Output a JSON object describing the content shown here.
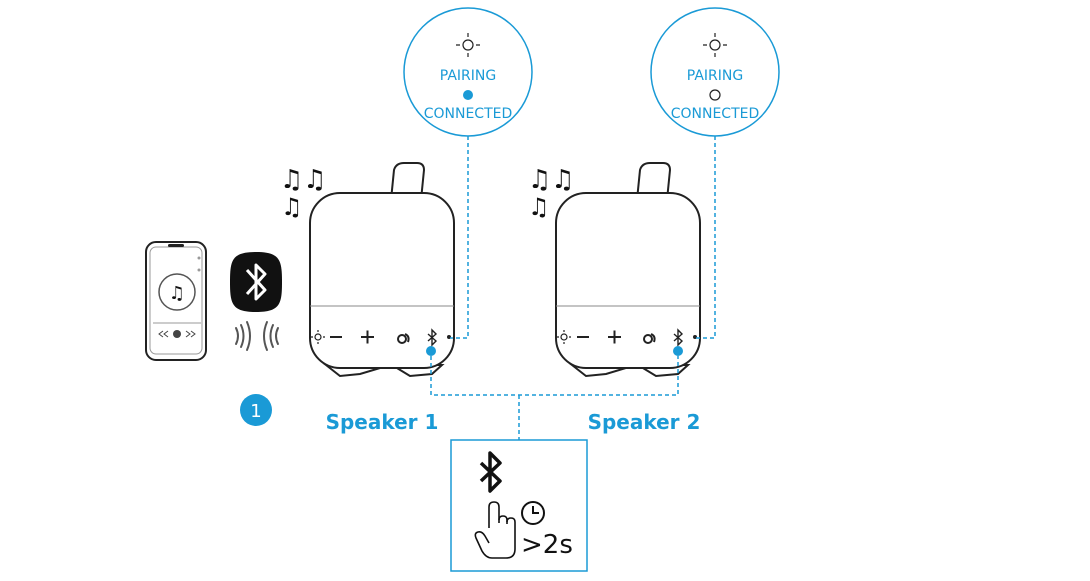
{
  "speakers": [
    {
      "label": "Speaker 1",
      "pairing_label": "PAIRING",
      "connected_label": "CONNECTED",
      "state": "connected"
    },
    {
      "label": "Speaker 2",
      "pairing_label": "PAIRING",
      "connected_label": "CONNECTED",
      "state": "pairing"
    }
  ],
  "step": {
    "number": "1"
  },
  "instruction": {
    "duration": ">2s"
  },
  "glyphs": {
    "phone_music": "♫",
    "notes_large": "♫♫",
    "notes_small": "♫"
  },
  "colors": {
    "accent": "#1a9ad6",
    "line": "#222222",
    "muted": "#999999"
  },
  "icons": [
    "phone-icon",
    "bluetooth-badge-icon",
    "signal-waves-icon",
    "light-icon",
    "minus-icon",
    "plus-icon",
    "party-icon",
    "bluetooth-icon",
    "timer-icon",
    "hand-press-icon"
  ]
}
